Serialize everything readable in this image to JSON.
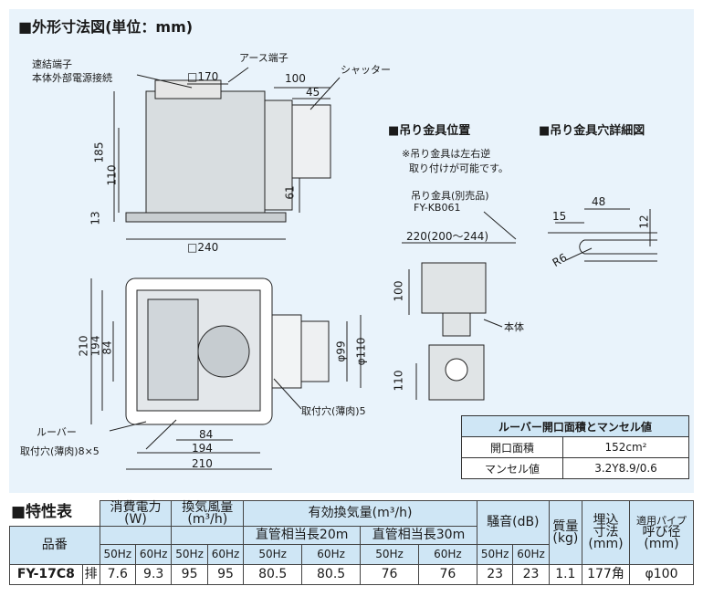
{
  "headings": {
    "outline": "■外形寸法図(単位：mm)",
    "hanger_pos": "■吊り金具位置",
    "hanger_hole": "■吊り金具穴詳細図",
    "spec": "■特性表"
  },
  "labels": {
    "quick_terminal": "速結端子",
    "power_conn": "本体外部電源接続",
    "earth_terminal": "アース端子",
    "shutter": "シャッター",
    "louver": "ルーバー",
    "mount_hole_8x5": "取付穴(薄肉)8×5",
    "mount_hole_5": "取付穴(薄肉)5",
    "hanger_note1": "※吊り金具は左右逆",
    "hanger_note2": "取り付けが可能です。",
    "hanger_product": "吊り金具(別売品)",
    "hanger_model": "FY-KB061",
    "body": "本体"
  },
  "dims": {
    "sq170": "□170",
    "d100": "100",
    "d45": "45",
    "d185": "185",
    "d110": "110",
    "d13": "13",
    "d61": "61",
    "sq240": "□240",
    "d210v": "210",
    "d194v": "194",
    "d84v": "84",
    "phi99": "φ99",
    "phi110": "φ110",
    "d84h": "84",
    "d194h": "194",
    "d210h": "210",
    "d220": "220(200～244)",
    "d100h": "100",
    "d110h": "110",
    "d48": "48",
    "d15": "15",
    "d12": "12",
    "r6": "R6"
  },
  "munsell": {
    "title": "ルーバー開口面積とマンセル値",
    "rows": [
      {
        "label": "開口面積",
        "value": "152cm²"
      },
      {
        "label": "マンセル値",
        "value": "3.2Y8.9/0.6"
      }
    ]
  },
  "spec": {
    "h_power": "消費電力",
    "h_power_unit": "(W)",
    "h_flow": "換気風量",
    "h_flow_unit": "(m³/h)",
    "h_eff": "有効換気量(m³/h)",
    "h_eff20": "直管相当長20m",
    "h_eff30": "直管相当長30m",
    "h_noise": "騒音(dB)",
    "h_mass": "質量",
    "h_mass_unit": "(kg)",
    "h_embed": "埋込",
    "h_embed2": "寸法",
    "h_embed3": "(mm)",
    "h_pipe": "適用パイプ",
    "h_pipe2": "呼び径",
    "h_pipe3": "(mm)",
    "h_model": "品番",
    "hz50": "50Hz",
    "hz60": "60Hz",
    "model": "FY-17C8",
    "mode": "排",
    "values": [
      "7.6",
      "9.3",
      "95",
      "95",
      "80.5",
      "80.5",
      "76",
      "76",
      "23",
      "23",
      "1.1",
      "177角",
      "φ100"
    ]
  }
}
